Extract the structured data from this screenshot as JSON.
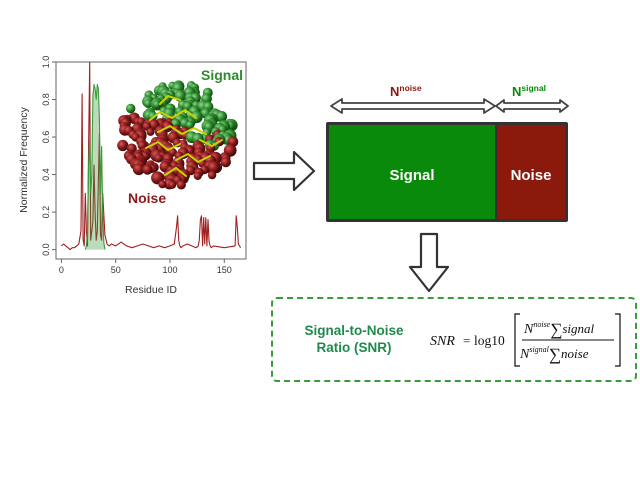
{
  "chart_data": {
    "type": "line",
    "title": "",
    "xlabel": "Residue ID",
    "ylabel": "Normalized Frequency",
    "xlim": [
      -5,
      170
    ],
    "ylim": [
      -0.05,
      1.0
    ],
    "xticks": [
      0,
      50,
      100,
      150
    ],
    "yticks": [
      0.0,
      0.2,
      0.4,
      0.6,
      0.8,
      1.0
    ],
    "ytick_labels": [
      "0.0",
      "0.2",
      "0.4",
      "0.6",
      "0.8",
      "1.0"
    ],
    "grid": false,
    "series": [
      {
        "color": "#a02020",
        "x": [
          0,
          2,
          4,
          6,
          8,
          10,
          12,
          14,
          16,
          18,
          19,
          20,
          21,
          22,
          23,
          24,
          25,
          26,
          27,
          28,
          29,
          30,
          31,
          32,
          33,
          34,
          35,
          36,
          37,
          38,
          40,
          42,
          44,
          46,
          50,
          55,
          60,
          65,
          70,
          75,
          80,
          85,
          90,
          95,
          100,
          104,
          106,
          107,
          108,
          109,
          110,
          112,
          116,
          120,
          124,
          126,
          127,
          128,
          129,
          130,
          131,
          132,
          133,
          134,
          135,
          136,
          137,
          138,
          140,
          150,
          160,
          161,
          162,
          163,
          164,
          165
        ],
        "y": [
          0.02,
          0.03,
          0.02,
          0.01,
          0.0,
          0.01,
          0.01,
          0.02,
          0.03,
          0.1,
          0.83,
          0.05,
          0.02,
          0.3,
          0.1,
          0.02,
          0.55,
          1.0,
          0.05,
          0.1,
          0.15,
          0.45,
          0.2,
          0.05,
          0.1,
          0.35,
          0.62,
          0.08,
          0.05,
          0.3,
          0.08,
          0.03,
          0.02,
          0.03,
          0.02,
          0.04,
          0.02,
          0.01,
          0.02,
          0.03,
          0.02,
          0.01,
          0.02,
          0.01,
          0.02,
          0.03,
          0.12,
          0.18,
          0.05,
          0.02,
          0.01,
          0.02,
          0.03,
          0.02,
          0.01,
          0.02,
          0.05,
          0.16,
          0.18,
          0.02,
          0.17,
          0.03,
          0.17,
          0.02,
          0.16,
          0.04,
          0.02,
          0.01,
          0.02,
          0.01,
          0.02,
          0.18,
          0.12,
          0.03,
          0.02,
          0.01
        ]
      },
      {
        "color": "#3a9b3a",
        "x": [
          22,
          23,
          24,
          25,
          26,
          27,
          28,
          29,
          30,
          31,
          32,
          33,
          34,
          35,
          36,
          37,
          38,
          39,
          40
        ],
        "y": [
          0.0,
          0.02,
          0.1,
          0.45,
          0.6,
          0.3,
          0.4,
          0.82,
          0.88,
          0.86,
          0.8,
          0.88,
          0.86,
          0.7,
          0.3,
          0.55,
          0.2,
          0.04,
          0.0
        ]
      }
    ]
  },
  "protein": {
    "signal_label": "Signal",
    "noise_label": "Noise",
    "signal_color": "#2e8b2e",
    "noise_color": "#8b1a1a"
  },
  "bar_diagram": {
    "signal_label": "Signal",
    "noise_label": "Noise",
    "signal_color": "#0a8a0a",
    "noise_color": "#8b1a0d",
    "n_noise": {
      "base": "N",
      "sup": "noise",
      "color": "#8b1a0d"
    },
    "n_signal": {
      "base": "N",
      "sup": "signal",
      "color": "#0a8a0a"
    }
  },
  "formula_panel": {
    "title_line1": "Signal-to-Noise",
    "title_line2": "Ratio (SNR)",
    "title_color": "#1f8a4c",
    "lhs": "SNR",
    "equals": "=",
    "log": "log10",
    "numerator_N": "N",
    "numerator_sup": "noise",
    "numerator_sum": "∑",
    "numerator_term": "signal",
    "denominator_N": "N",
    "denominator_sup": "signal",
    "denominator_sum": "∑",
    "denominator_term": "noise"
  }
}
